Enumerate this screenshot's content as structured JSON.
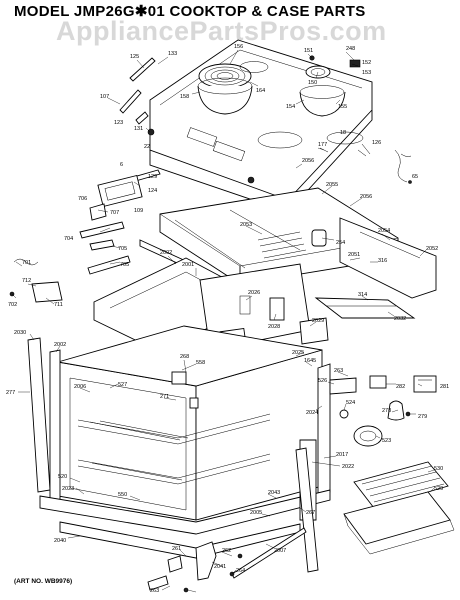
{
  "header": {
    "title": "MODEL JMP26G✱01 COOKTOP & CASE  PARTS",
    "watermark": "AppliancePartsPros.com"
  },
  "footer": {
    "art_number": "(ART NO. WB9976)"
  },
  "callouts": [
    {
      "id": "c1",
      "text": "125"
    },
    {
      "id": "c2",
      "text": "133"
    },
    {
      "id": "c3",
      "text": "156"
    },
    {
      "id": "c4",
      "text": "151"
    },
    {
      "id": "c5",
      "text": "248"
    },
    {
      "id": "c6",
      "text": "152"
    },
    {
      "id": "c7",
      "text": "153"
    },
    {
      "id": "c8",
      "text": "150"
    },
    {
      "id": "c9",
      "text": "164"
    },
    {
      "id": "c10",
      "text": "158"
    },
    {
      "id": "c11",
      "text": "155"
    },
    {
      "id": "c12",
      "text": "154"
    },
    {
      "id": "c13",
      "text": "107"
    },
    {
      "id": "c14",
      "text": "123"
    },
    {
      "id": "c15",
      "text": "131"
    },
    {
      "id": "c16",
      "text": "22"
    },
    {
      "id": "c17",
      "text": "177"
    },
    {
      "id": "c18",
      "text": "18"
    },
    {
      "id": "c19",
      "text": "126"
    },
    {
      "id": "c20",
      "text": "2056"
    },
    {
      "id": "c21",
      "text": "65"
    },
    {
      "id": "c22",
      "text": "6"
    },
    {
      "id": "c23",
      "text": "129"
    },
    {
      "id": "c24",
      "text": "124"
    },
    {
      "id": "c25",
      "text": "109"
    },
    {
      "id": "c26",
      "text": "2055"
    },
    {
      "id": "c27",
      "text": "2056"
    },
    {
      "id": "c28",
      "text": "706"
    },
    {
      "id": "c29",
      "text": "707"
    },
    {
      "id": "c30",
      "text": "705"
    },
    {
      "id": "c31",
      "text": "2053"
    },
    {
      "id": "c32",
      "text": "254"
    },
    {
      "id": "c33",
      "text": "2054"
    },
    {
      "id": "c34",
      "text": "2052"
    },
    {
      "id": "c35",
      "text": "704"
    },
    {
      "id": "c36",
      "text": "705"
    },
    {
      "id": "c37",
      "text": "2051"
    },
    {
      "id": "c38",
      "text": "316"
    },
    {
      "id": "c39",
      "text": "701"
    },
    {
      "id": "c40",
      "text": "712"
    },
    {
      "id": "c41",
      "text": "702"
    },
    {
      "id": "c42",
      "text": "711"
    },
    {
      "id": "c43",
      "text": "2002"
    },
    {
      "id": "c44",
      "text": "2001"
    },
    {
      "id": "c45",
      "text": "2026"
    },
    {
      "id": "c46",
      "text": "314"
    },
    {
      "id": "c47",
      "text": "2032"
    },
    {
      "id": "c48",
      "text": "2028"
    },
    {
      "id": "c49",
      "text": "2029"
    },
    {
      "id": "c50",
      "text": "2030"
    },
    {
      "id": "c51",
      "text": "2002"
    },
    {
      "id": "c52",
      "text": "527"
    },
    {
      "id": "c53",
      "text": "558"
    },
    {
      "id": "c54",
      "text": "268"
    },
    {
      "id": "c55",
      "text": "2025"
    },
    {
      "id": "c56",
      "text": "1645"
    },
    {
      "id": "c57",
      "text": "277"
    },
    {
      "id": "c58",
      "text": "2006"
    },
    {
      "id": "c59",
      "text": "271"
    },
    {
      "id": "c60",
      "text": "263"
    },
    {
      "id": "c61",
      "text": "282"
    },
    {
      "id": "c62",
      "text": "281"
    },
    {
      "id": "c63",
      "text": "526"
    },
    {
      "id": "c64",
      "text": "2024"
    },
    {
      "id": "c65",
      "text": "524"
    },
    {
      "id": "c66",
      "text": "278"
    },
    {
      "id": "c67",
      "text": "279"
    },
    {
      "id": "c68",
      "text": "523"
    },
    {
      "id": "c69",
      "text": "2017"
    },
    {
      "id": "c70",
      "text": "2022"
    },
    {
      "id": "c71",
      "text": "530"
    },
    {
      "id": "c72",
      "text": "529"
    },
    {
      "id": "c73",
      "text": "520"
    },
    {
      "id": "c74",
      "text": "2023"
    },
    {
      "id": "c75",
      "text": "550"
    },
    {
      "id": "c76",
      "text": "2043"
    },
    {
      "id": "c77",
      "text": "2005"
    },
    {
      "id": "c78",
      "text": "267"
    },
    {
      "id": "c79",
      "text": "2007"
    },
    {
      "id": "c80",
      "text": "2040"
    },
    {
      "id": "c81",
      "text": "262"
    },
    {
      "id": "c82",
      "text": "261"
    },
    {
      "id": "c83",
      "text": "2041"
    },
    {
      "id": "c84",
      "text": "264"
    },
    {
      "id": "c85",
      "text": "263"
    }
  ]
}
